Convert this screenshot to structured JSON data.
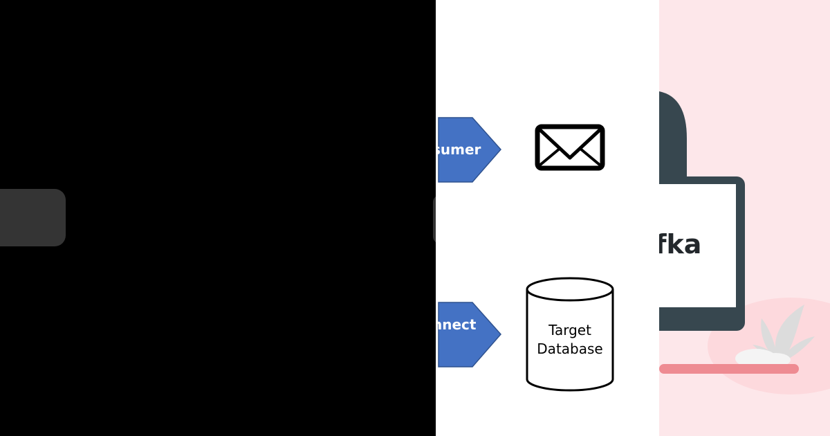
{
  "colors": {
    "left_bg": "#000000",
    "rounded_block": "#343434",
    "center_bg": "#ffffff",
    "arrow_fill": "#4472c4",
    "arrow_stroke": "#2f528f",
    "right_bg": "#fde7ea",
    "laptop_frame": "#37474f",
    "laptop_base": "#ee8b92",
    "plant": "#dcdcdc",
    "plant_pot": "#f4f4f4"
  },
  "diagram": {
    "arrow_top_label": "sumer",
    "arrow_bottom_label": "nnect",
    "email_icon": "envelope-icon",
    "database_icon": "database-cylinder-icon",
    "database_label_line1": "Target",
    "database_label_line2": "Database"
  },
  "illustration": {
    "screen_text": "fka"
  }
}
